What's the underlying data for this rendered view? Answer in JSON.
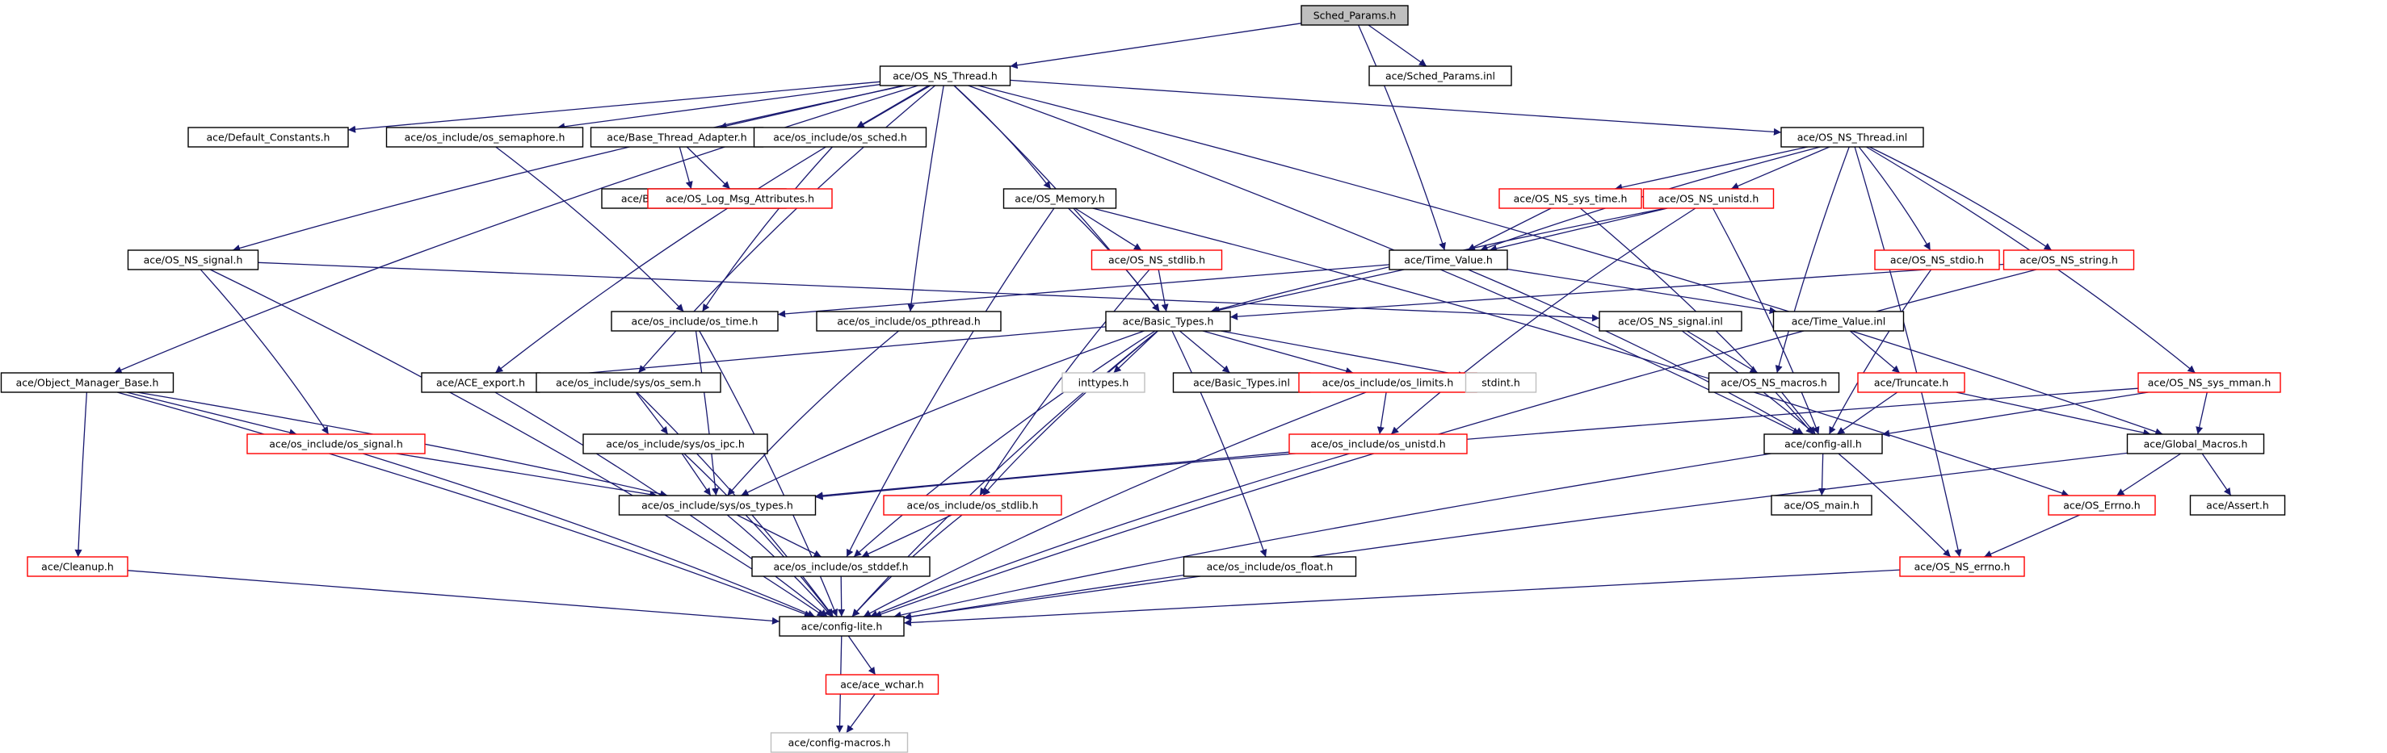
{
  "title": "",
  "colors": {
    "edge": "#191970",
    "normal_border": "#000000",
    "truncated_border": "#ff0000",
    "external_border": "#bfbfbf",
    "root_fill": "#bfbfbf",
    "node_fill": "#ffffff",
    "text": "#000000"
  },
  "nodes": [
    {
      "id": "sched_params_h",
      "label": "Sched_Params.h",
      "kind": "root"
    },
    {
      "id": "os_ns_thread_h",
      "label": "ace/OS_NS_Thread.h",
      "kind": "normal"
    },
    {
      "id": "sched_params_inl",
      "label": "ace/Sched_Params.inl",
      "kind": "normal"
    },
    {
      "id": "default_constants_h",
      "label": "ace/Default_Constants.h",
      "kind": "normal"
    },
    {
      "id": "os_semaphore_h",
      "label": "ace/os_include/os_semaphore.h",
      "kind": "normal"
    },
    {
      "id": "base_thread_adapter_h",
      "label": "ace/Base_Thread_Adapter.h",
      "kind": "normal"
    },
    {
      "id": "os_sched_h",
      "label": "ace/os_include/os_sched.h",
      "kind": "normal"
    },
    {
      "id": "os_ns_thread_inl",
      "label": "ace/OS_NS_Thread.inl",
      "kind": "normal"
    },
    {
      "id": "base_thread_adapter_inl",
      "label": "ace/Base_Thread_Adapter.inl",
      "kind": "normal"
    },
    {
      "id": "os_log_msg_attributes_h",
      "label": "ace/OS_Log_Msg_Attributes.h",
      "kind": "truncated"
    },
    {
      "id": "os_memory_h",
      "label": "ace/OS_Memory.h",
      "kind": "normal"
    },
    {
      "id": "os_ns_sys_time_h",
      "label": "ace/OS_NS_sys_time.h",
      "kind": "truncated"
    },
    {
      "id": "os_ns_unistd_h",
      "label": "ace/OS_NS_unistd.h",
      "kind": "truncated"
    },
    {
      "id": "os_ns_signal_h",
      "label": "ace/OS_NS_signal.h",
      "kind": "normal"
    },
    {
      "id": "os_ns_stdlib_h",
      "label": "ace/OS_NS_stdlib.h",
      "kind": "truncated"
    },
    {
      "id": "time_value_h",
      "label": "ace/Time_Value.h",
      "kind": "normal"
    },
    {
      "id": "os_ns_stdio_h",
      "label": "ace/OS_NS_stdio.h",
      "kind": "truncated"
    },
    {
      "id": "os_ns_string_h",
      "label": "ace/OS_NS_string.h",
      "kind": "truncated"
    },
    {
      "id": "os_time_h",
      "label": "ace/os_include/os_time.h",
      "kind": "normal"
    },
    {
      "id": "os_pthread_h",
      "label": "ace/os_include/os_pthread.h",
      "kind": "normal"
    },
    {
      "id": "basic_types_h",
      "label": "ace/Basic_Types.h",
      "kind": "normal"
    },
    {
      "id": "os_ns_signal_inl",
      "label": "ace/OS_NS_signal.inl",
      "kind": "normal"
    },
    {
      "id": "time_value_inl",
      "label": "ace/Time_Value.inl",
      "kind": "normal"
    },
    {
      "id": "object_manager_base_h",
      "label": "ace/Object_Manager_Base.h",
      "kind": "normal"
    },
    {
      "id": "ace_export_h",
      "label": "ace/ACE_export.h",
      "kind": "normal"
    },
    {
      "id": "os_sem_h",
      "label": "ace/os_include/sys/os_sem.h",
      "kind": "normal"
    },
    {
      "id": "inttypes_h",
      "label": "inttypes.h",
      "kind": "external"
    },
    {
      "id": "basic_types_inl",
      "label": "ace/Basic_Types.inl",
      "kind": "normal"
    },
    {
      "id": "os_limits_h",
      "label": "ace/os_include/os_limits.h",
      "kind": "truncated"
    },
    {
      "id": "stdint_h",
      "label": "stdint.h",
      "kind": "external"
    },
    {
      "id": "os_ns_macros_h",
      "label": "ace/OS_NS_macros.h",
      "kind": "normal"
    },
    {
      "id": "truncate_h",
      "label": "ace/Truncate.h",
      "kind": "truncated"
    },
    {
      "id": "os_ns_sys_mman_h",
      "label": "ace/OS_NS_sys_mman.h",
      "kind": "truncated"
    },
    {
      "id": "os_signal_h",
      "label": "ace/os_include/os_signal.h",
      "kind": "truncated"
    },
    {
      "id": "os_ipc_h",
      "label": "ace/os_include/sys/os_ipc.h",
      "kind": "normal"
    },
    {
      "id": "os_unistd_h",
      "label": "ace/os_include/os_unistd.h",
      "kind": "truncated"
    },
    {
      "id": "config_all_h",
      "label": "ace/config-all.h",
      "kind": "normal"
    },
    {
      "id": "global_macros_h",
      "label": "ace/Global_Macros.h",
      "kind": "normal"
    },
    {
      "id": "os_types_h",
      "label": "ace/os_include/sys/os_types.h",
      "kind": "normal"
    },
    {
      "id": "os_stdlib_h",
      "label": "ace/os_include/os_stdlib.h",
      "kind": "truncated"
    },
    {
      "id": "os_main_h",
      "label": "ace/OS_main.h",
      "kind": "normal"
    },
    {
      "id": "os_errno_h",
      "label": "ace/OS_Errno.h",
      "kind": "truncated"
    },
    {
      "id": "assert_h",
      "label": "ace/Assert.h",
      "kind": "normal"
    },
    {
      "id": "cleanup_h",
      "label": "ace/Cleanup.h",
      "kind": "truncated"
    },
    {
      "id": "os_stddef_h",
      "label": "ace/os_include/os_stddef.h",
      "kind": "normal"
    },
    {
      "id": "os_float_h",
      "label": "ace/os_include/os_float.h",
      "kind": "normal"
    },
    {
      "id": "os_ns_errno_h",
      "label": "ace/OS_NS_errno.h",
      "kind": "truncated"
    },
    {
      "id": "config_lite_h",
      "label": "ace/config-lite.h",
      "kind": "normal"
    },
    {
      "id": "ace_wchar_h",
      "label": "ace/ace_wchar.h",
      "kind": "truncated"
    },
    {
      "id": "config_macros_h",
      "label": "ace/config-macros.h",
      "kind": "external"
    }
  ],
  "edges": [
    [
      "sched_params_h",
      "os_ns_thread_h"
    ],
    [
      "sched_params_h",
      "sched_params_inl"
    ],
    [
      "sched_params_h",
      "time_value_h"
    ],
    [
      "os_ns_thread_h",
      "default_constants_h"
    ],
    [
      "os_ns_thread_h",
      "os_semaphore_h"
    ],
    [
      "os_ns_thread_h",
      "base_thread_adapter_h"
    ],
    [
      "os_ns_thread_h",
      "os_sched_h"
    ],
    [
      "os_ns_thread_h",
      "os_ns_thread_inl"
    ],
    [
      "os_ns_thread_h",
      "os_memory_h"
    ],
    [
      "os_ns_thread_h",
      "os_ns_signal_h"
    ],
    [
      "os_ns_thread_h",
      "object_manager_base_h"
    ],
    [
      "os_ns_thread_h",
      "ace_export_h"
    ],
    [
      "os_ns_thread_h",
      "os_sem_h"
    ],
    [
      "os_ns_thread_h",
      "os_pthread_h"
    ],
    [
      "os_ns_thread_h",
      "basic_types_h"
    ],
    [
      "os_ns_thread_h",
      "global_macros_h"
    ],
    [
      "os_ns_thread_h",
      "config_all_h"
    ],
    [
      "os_semaphore_h",
      "os_time_h"
    ],
    [
      "base_thread_adapter_h",
      "base_thread_adapter_inl"
    ],
    [
      "base_thread_adapter_h",
      "os_log_msg_attributes_h"
    ],
    [
      "os_sched_h",
      "os_time_h"
    ],
    [
      "os_ns_thread_inl",
      "os_ns_sys_time_h"
    ],
    [
      "os_ns_thread_inl",
      "os_ns_unistd_h"
    ],
    [
      "os_ns_thread_inl",
      "time_value_h"
    ],
    [
      "os_ns_thread_inl",
      "os_ns_stdio_h"
    ],
    [
      "os_ns_thread_inl",
      "os_ns_string_h"
    ],
    [
      "os_ns_thread_inl",
      "os_ns_sys_mman_h"
    ],
    [
      "os_ns_thread_inl",
      "os_ns_macros_h"
    ],
    [
      "os_ns_thread_inl",
      "os_ns_errno_h"
    ],
    [
      "os_memory_h",
      "os_ns_stdlib_h"
    ],
    [
      "os_memory_h",
      "basic_types_h"
    ],
    [
      "os_memory_h",
      "os_stddef_h"
    ],
    [
      "os_memory_h",
      "os_errno_h"
    ],
    [
      "os_ns_sys_time_h",
      "time_value_h"
    ],
    [
      "os_ns_sys_time_h",
      "config_all_h"
    ],
    [
      "os_ns_unistd_h",
      "time_value_h"
    ],
    [
      "os_ns_unistd_h",
      "basic_types_h"
    ],
    [
      "os_ns_unistd_h",
      "config_all_h"
    ],
    [
      "os_ns_unistd_h",
      "os_unistd_h"
    ],
    [
      "os_ns_signal_h",
      "os_signal_h"
    ],
    [
      "os_ns_signal_h",
      "os_ns_signal_inl"
    ],
    [
      "os_ns_signal_h",
      "config_lite_h"
    ],
    [
      "os_ns_stdlib_h",
      "basic_types_h"
    ],
    [
      "os_ns_stdlib_h",
      "os_stdlib_h"
    ],
    [
      "time_value_h",
      "basic_types_h"
    ],
    [
      "time_value_h",
      "os_time_h"
    ],
    [
      "time_value_h",
      "time_value_inl"
    ],
    [
      "time_value_h",
      "config_all_h"
    ],
    [
      "os_ns_stdio_h",
      "config_all_h"
    ],
    [
      "os_ns_string_h",
      "basic_types_h"
    ],
    [
      "os_ns_string_h",
      "config_lite_h"
    ],
    [
      "os_time_h",
      "os_types_h"
    ],
    [
      "os_time_h",
      "config_lite_h"
    ],
    [
      "os_pthread_h",
      "os_types_h"
    ],
    [
      "basic_types_h",
      "ace_export_h"
    ],
    [
      "basic_types_h",
      "inttypes_h"
    ],
    [
      "basic_types_h",
      "basic_types_inl"
    ],
    [
      "basic_types_h",
      "os_limits_h"
    ],
    [
      "basic_types_h",
      "stdint_h"
    ],
    [
      "basic_types_h",
      "os_types_h"
    ],
    [
      "basic_types_h",
      "os_stdlib_h"
    ],
    [
      "basic_types_h",
      "os_stddef_h"
    ],
    [
      "basic_types_h",
      "os_float_h"
    ],
    [
      "basic_types_h",
      "config_lite_h"
    ],
    [
      "os_ns_signal_inl",
      "os_ns_macros_h"
    ],
    [
      "os_ns_signal_inl",
      "os_ns_errno_h"
    ],
    [
      "time_value_inl",
      "truncate_h"
    ],
    [
      "truncate_h",
      "config_all_h"
    ],
    [
      "truncate_h",
      "global_macros_h"
    ],
    [
      "object_manager_base_h",
      "os_signal_h"
    ],
    [
      "object_manager_base_h",
      "os_types_h"
    ],
    [
      "object_manager_base_h",
      "cleanup_h"
    ],
    [
      "object_manager_base_h",
      "config_lite_h"
    ],
    [
      "ace_export_h",
      "config_lite_h"
    ],
    [
      "os_sem_h",
      "os_ipc_h"
    ],
    [
      "os_sem_h",
      "config_lite_h"
    ],
    [
      "os_limits_h",
      "os_unistd_h"
    ],
    [
      "os_limits_h",
      "config_lite_h"
    ],
    [
      "os_ns_macros_h",
      "config_all_h"
    ],
    [
      "os_ns_sys_mman_h",
      "config_all_h"
    ],
    [
      "os_ns_sys_mman_h",
      "global_macros_h"
    ],
    [
      "os_ns_sys_mman_h",
      "os_types_h"
    ],
    [
      "os_signal_h",
      "os_types_h"
    ],
    [
      "os_signal_h",
      "config_lite_h"
    ],
    [
      "os_ipc_h",
      "os_types_h"
    ],
    [
      "os_ipc_h",
      "config_lite_h"
    ],
    [
      "os_unistd_h",
      "os_types_h"
    ],
    [
      "os_unistd_h",
      "config_lite_h"
    ],
    [
      "config_all_h",
      "os_main_h"
    ],
    [
      "config_all_h",
      "config_lite_h"
    ],
    [
      "global_macros_h",
      "os_errno_h"
    ],
    [
      "global_macros_h",
      "assert_h"
    ],
    [
      "global_macros_h",
      "config_lite_h"
    ],
    [
      "os_types_h",
      "os_stddef_h"
    ],
    [
      "os_types_h",
      "config_lite_h"
    ],
    [
      "os_stdlib_h",
      "os_stddef_h"
    ],
    [
      "os_stdlib_h",
      "config_lite_h"
    ],
    [
      "os_errno_h",
      "os_ns_errno_h"
    ],
    [
      "cleanup_h",
      "config_lite_h"
    ],
    [
      "os_stddef_h",
      "config_lite_h"
    ],
    [
      "os_float_h",
      "config_lite_h"
    ],
    [
      "os_ns_errno_h",
      "config_lite_h"
    ],
    [
      "config_lite_h",
      "ace_wchar_h"
    ],
    [
      "config_lite_h",
      "config_macros_h"
    ],
    [
      "ace_wchar_h",
      "config_macros_h"
    ]
  ]
}
